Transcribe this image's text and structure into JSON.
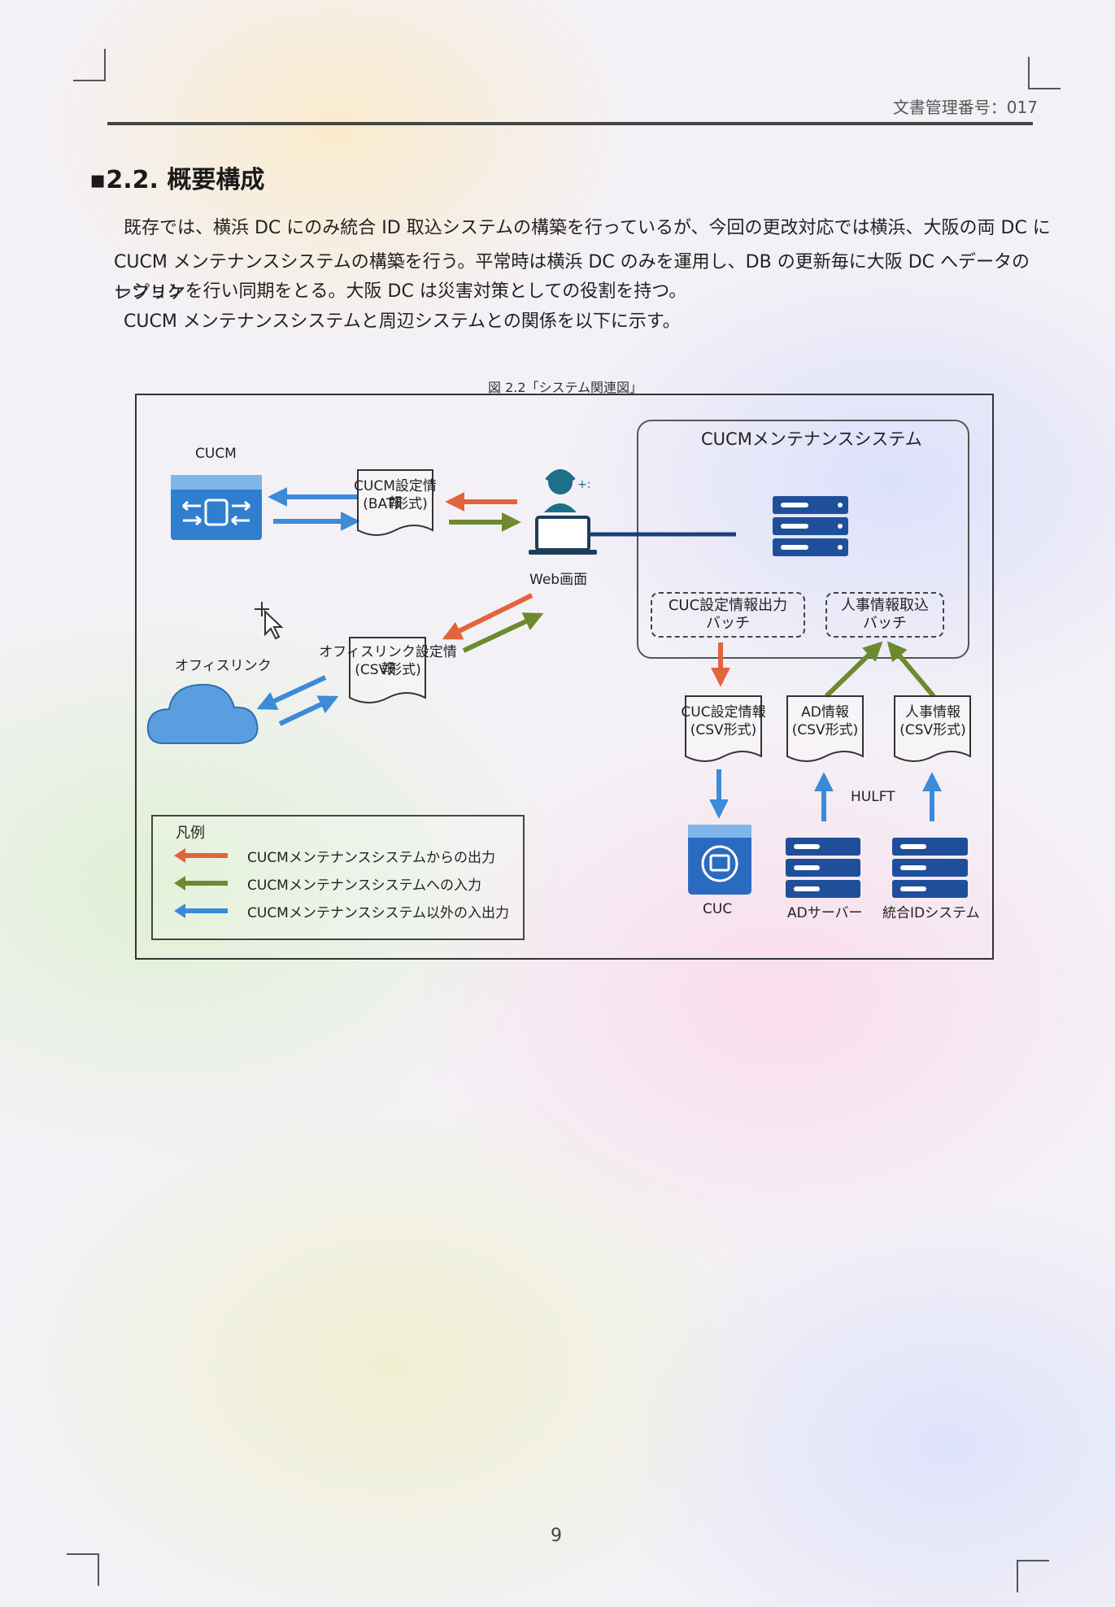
{
  "header": {
    "doc_number": "文書管理番号：017"
  },
  "section": {
    "heading": "▪2.2. 概要構成"
  },
  "body": {
    "line1": "既存では、横浜 DC にのみ統合 ID 取込システムの構築を行っているが、今回の更改対応では横浜、大阪の両 DC に",
    "line2": "CUCM メンテナンスシステムの構築を行う。平常時は横浜 DC のみを運用し、DB の更新毎に大阪 DC へデータのレプリケ",
    "line3": "ーションを行い同期をとる。大阪 DC は災害対策としての役割を持つ。",
    "line4": "CUCM メンテナンスシステムと周辺システムとの関係を以下に示す。"
  },
  "figure": {
    "caption": "図 2.2「システム関連図」",
    "system_title": "CUCMメンテナンスシステム",
    "cucm_label": "CUCM",
    "cucm_doc_line1": "CUCM設定情報",
    "cucm_doc_line2": "(BAT形式)",
    "web_label": "Web画面",
    "office_label": "オフィスリンク",
    "office_doc_line1": "オフィスリンク設定情報",
    "office_doc_line2": "(CSV形式)",
    "batch_out_line1": "CUC設定情報出力",
    "batch_out_line2": "バッチ",
    "batch_in_line1": "人事情報取込",
    "batch_in_line2": "バッチ",
    "cuc_doc_line1": "CUC設定情報",
    "cuc_doc_line2": "(CSV形式)",
    "ad_doc_line1": "AD情報",
    "ad_doc_line2": "(CSV形式)",
    "hr_doc_line1": "人事情報",
    "hr_doc_line2": "(CSV形式)",
    "hulft": "HULFT",
    "cuc_label": "CUC",
    "ad_server_label": "ADサーバー",
    "id_system_label": "統合IDシステム",
    "legend": {
      "title": "凡例",
      "out": "CUCMメンテナンスシステムからの出力",
      "in": "CUCMメンテナンスシステムへの入力",
      "other": "CUCMメンテナンスシステム以外の入出力"
    }
  },
  "colors": {
    "output": "#e2643c",
    "input": "#6e8a2f",
    "other": "#3c8ad8",
    "server": "#1f4f9a"
  },
  "footer": {
    "page_number": "9"
  }
}
